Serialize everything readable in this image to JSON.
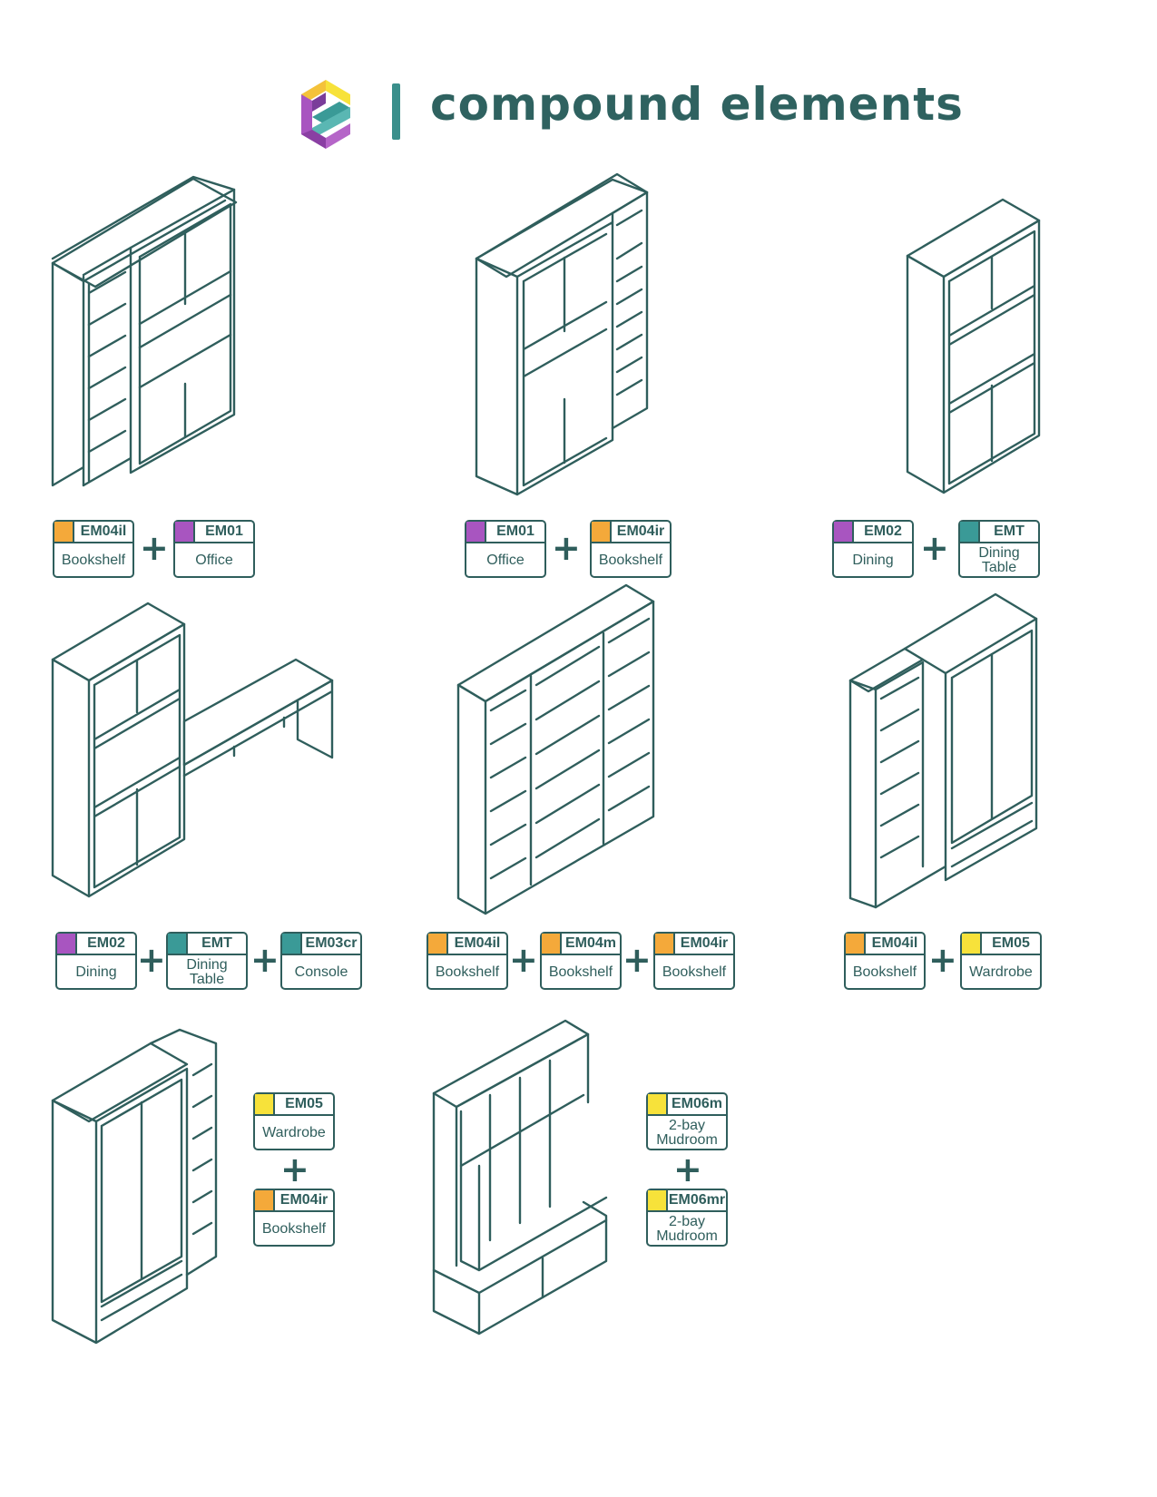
{
  "header": {
    "title": "compound elements"
  },
  "colors": {
    "bookshelf": "#f4a93a",
    "office": "#a855c0",
    "dining": "#a855c0",
    "table": "#3a9a97",
    "wardrobe": "#f7e23a"
  },
  "groups": [
    {
      "tags": [
        {
          "code": "EM04il",
          "label": "Bookshelf",
          "color": "#f4a93a"
        },
        {
          "code": "EM01",
          "label": "Office",
          "color": "#a855c0"
        }
      ]
    },
    {
      "tags": [
        {
          "code": "EM01",
          "label": "Office",
          "color": "#a855c0"
        },
        {
          "code": "EM04ir",
          "label": "Bookshelf",
          "color": "#f4a93a"
        }
      ]
    },
    {
      "tags": [
        {
          "code": "EM02",
          "label": "Dining",
          "color": "#a855c0"
        },
        {
          "code": "EMT",
          "label": "Dining\nTable",
          "color": "#3a9a97"
        }
      ]
    },
    {
      "tags": [
        {
          "code": "EM02",
          "label": "Dining",
          "color": "#a855c0"
        },
        {
          "code": "EMT",
          "label": "Dining\nTable",
          "color": "#3a9a97"
        },
        {
          "code": "EM03cr",
          "label": "Console",
          "color": "#3a9a97"
        }
      ]
    },
    {
      "tags": [
        {
          "code": "EM04il",
          "label": "Bookshelf",
          "color": "#f4a93a"
        },
        {
          "code": "EM04m",
          "label": "Bookshelf",
          "color": "#f4a93a"
        },
        {
          "code": "EM04ir",
          "label": "Bookshelf",
          "color": "#f4a93a"
        }
      ]
    },
    {
      "tags": [
        {
          "code": "EM04il",
          "label": "Bookshelf",
          "color": "#f4a93a"
        },
        {
          "code": "EM05",
          "label": "Wardrobe",
          "color": "#f7e23a"
        }
      ]
    },
    {
      "tags": [
        {
          "code": "EM05",
          "label": "Wardrobe",
          "color": "#f7e23a"
        },
        {
          "code": "EM04ir",
          "label": "Bookshelf",
          "color": "#f4a93a"
        }
      ]
    },
    {
      "tags": [
        {
          "code": "EM06m",
          "label": "2-bay\nMudroom",
          "color": "#f7e23a"
        },
        {
          "code": "EM06mr",
          "label": "2-bay\nMudroom",
          "color": "#f7e23a"
        }
      ]
    }
  ],
  "plus_symbol": "+"
}
